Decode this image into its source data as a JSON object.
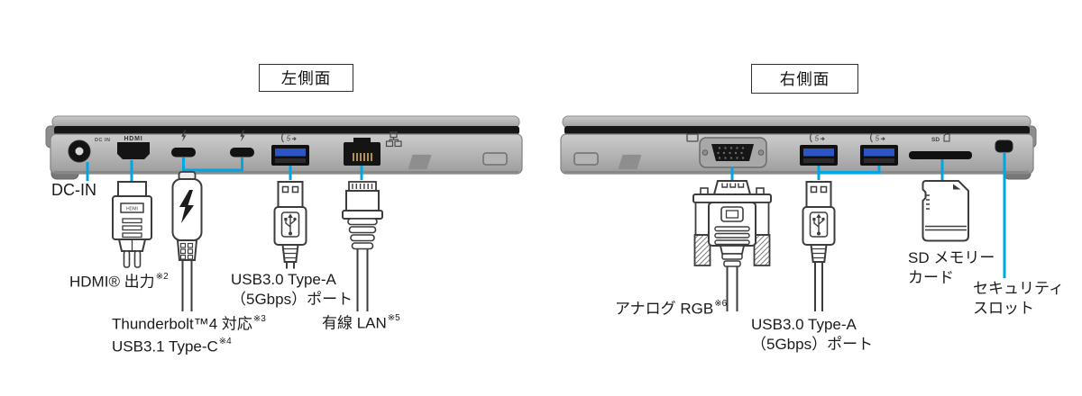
{
  "titles": {
    "left": "左側面",
    "right": "右側面"
  },
  "colors": {
    "callout": "#00a6e3",
    "usb_blue": "#2e55c7",
    "line_art": "#3c3c3c",
    "body_gray": "#b5b5b5",
    "lid_black": "#171717"
  },
  "icons": {
    "thunderbolt_print": "lightning-bolt",
    "usb_5gbps_print": "usb-superspeed-5gbps",
    "lan_print": "wired-network",
    "monitor_print": "external-display",
    "sd_print": "sd-card",
    "security_slot": "security-lock-slot"
  },
  "shared": {
    "print_5gbps": "5"
  },
  "left_view": {
    "device_prints": {
      "dc_in": "DC IN",
      "hdmi": "HDMI"
    },
    "labels": {
      "dc_in": "DC-IN",
      "hdmi": "HDMI® 出力",
      "hdmi_note": "※2",
      "thunderbolt": "Thunderbolt™4 対応",
      "thunderbolt_note": "※3",
      "usb_type_c": "USB3.1 Type-C",
      "usb_type_c_note": "※4",
      "usb_a_line1": "USB3.0 Type-A",
      "usb_a_line2": "（5Gbps）ポート",
      "lan": "有線 LAN",
      "lan_note": "※5"
    }
  },
  "right_view": {
    "device_prints": {
      "sd": "SD"
    },
    "labels": {
      "analog_rgb": "アナログ RGB",
      "analog_rgb_note": "※6",
      "usb_a_line1": "USB3.0 Type-A",
      "usb_a_line2": "（5Gbps）ポート",
      "sd_line1": "SD メモリー",
      "sd_line2": "カード",
      "security_line1": "セキュリティ",
      "security_line2": "スロット"
    }
  }
}
